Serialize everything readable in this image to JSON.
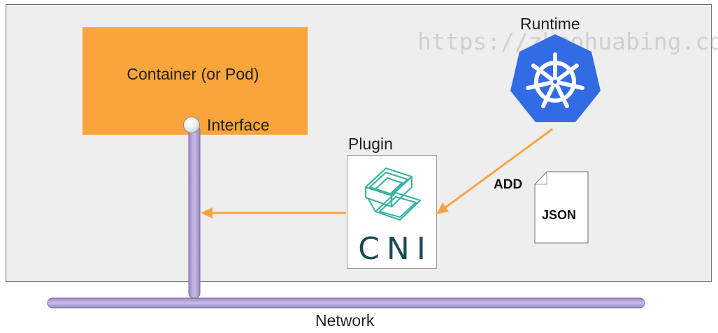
{
  "watermark": "https://zhaohuabing.com",
  "container": {
    "label": "Container (or Pod)"
  },
  "interface": {
    "label": "Interface"
  },
  "plugin": {
    "label": "Plugin",
    "logo_text": "CNI",
    "logo_icon": "cni-logo-icon"
  },
  "runtime": {
    "label": "Runtime",
    "logo_icon": "kubernetes-helm-icon"
  },
  "call": {
    "label": "ADD"
  },
  "config": {
    "label": "JSON",
    "icon": "document-icon"
  },
  "network": {
    "label": "Network"
  },
  "colors": {
    "host_bg": "#eeeeee",
    "container": "#faa53c",
    "arrow": "#f7a544",
    "pipe": "#b3a3d6",
    "pipe_border": "#7a6aa0",
    "kubernetes": "#326ce5",
    "cni": "#1a4a57",
    "cni_lines": "#3bb3a5"
  }
}
